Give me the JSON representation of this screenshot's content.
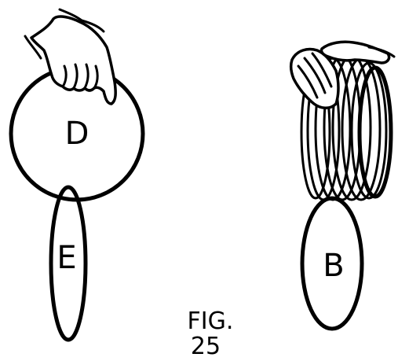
{
  "figure": {
    "caption_line1": "FIG.",
    "caption_line2": "25"
  },
  "left_drawing": {
    "ring_label": "D",
    "hanging_ring_label": "E"
  },
  "right_drawing": {
    "stack_label": "B"
  },
  "colors": {
    "ink": "#000000",
    "paper": "#ffffff"
  }
}
